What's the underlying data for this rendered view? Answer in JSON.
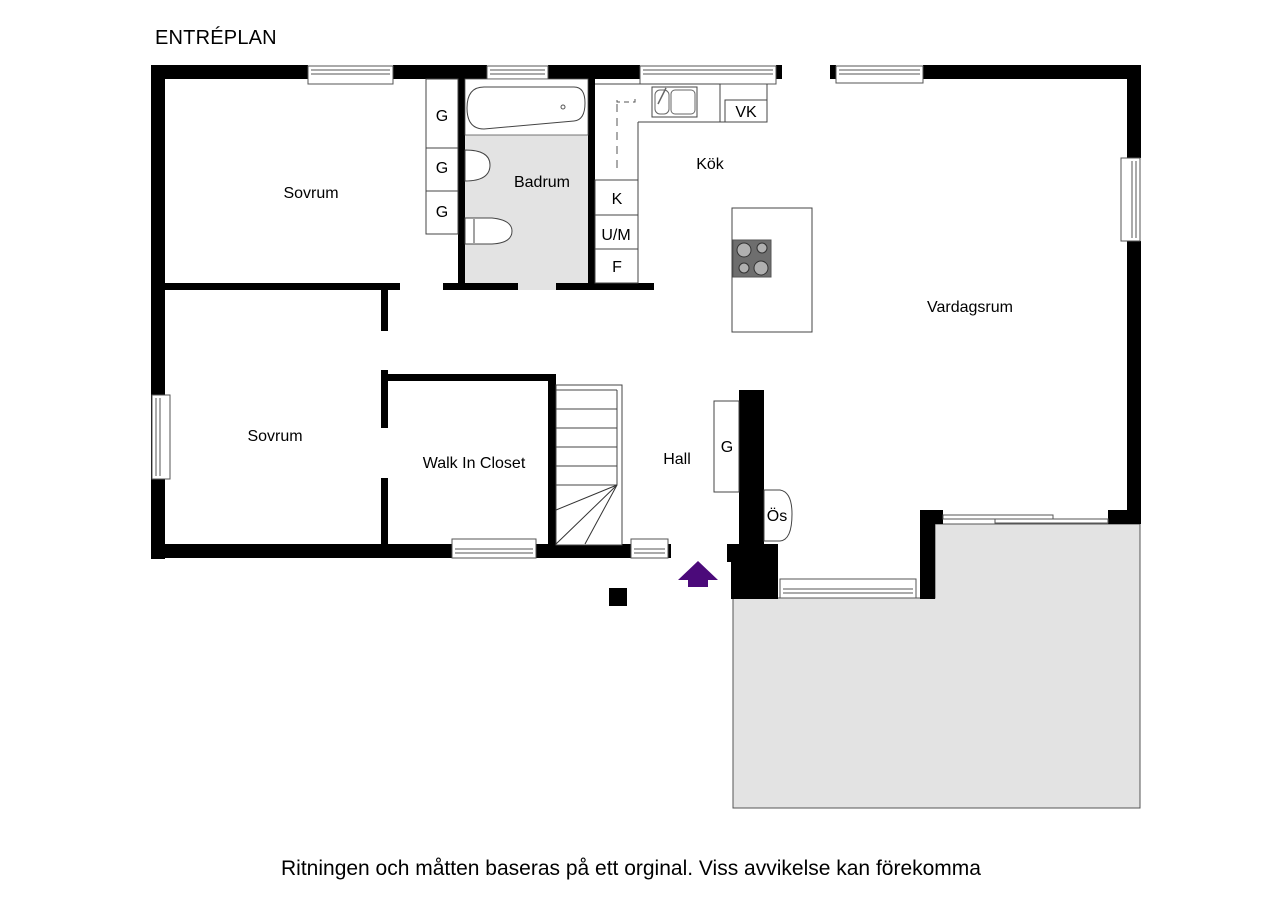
{
  "header": {
    "title": "ENTRÉPLAN"
  },
  "footer": {
    "disclaimer": "Ritningen och måtten baseras på ett orginal. Viss avvikelse kan förekomma"
  },
  "rooms": {
    "sovrum_top": "Sovrum",
    "sovrum_bottom": "Sovrum",
    "badrum": "Badrum",
    "kok": "Kök",
    "vardagsrum": "Vardagsrum",
    "walk_in_closet": "Walk In Closet",
    "hall": "Hall"
  },
  "fixtures": {
    "wardrobe_1": "G",
    "wardrobe_2": "G",
    "wardrobe_3": "G",
    "hall_wardrobe": "G",
    "freezer": "K",
    "oven_micro": "U/M",
    "fridge": "F",
    "dishwasher": "VK",
    "coat_rack": "Ös"
  },
  "colors": {
    "wall": "#000000",
    "wet_floor": "#e3e3e3",
    "patio": "#e3e3e3",
    "entrance_arrow": "#4b0a7a",
    "stove": "#6e6e6e"
  }
}
